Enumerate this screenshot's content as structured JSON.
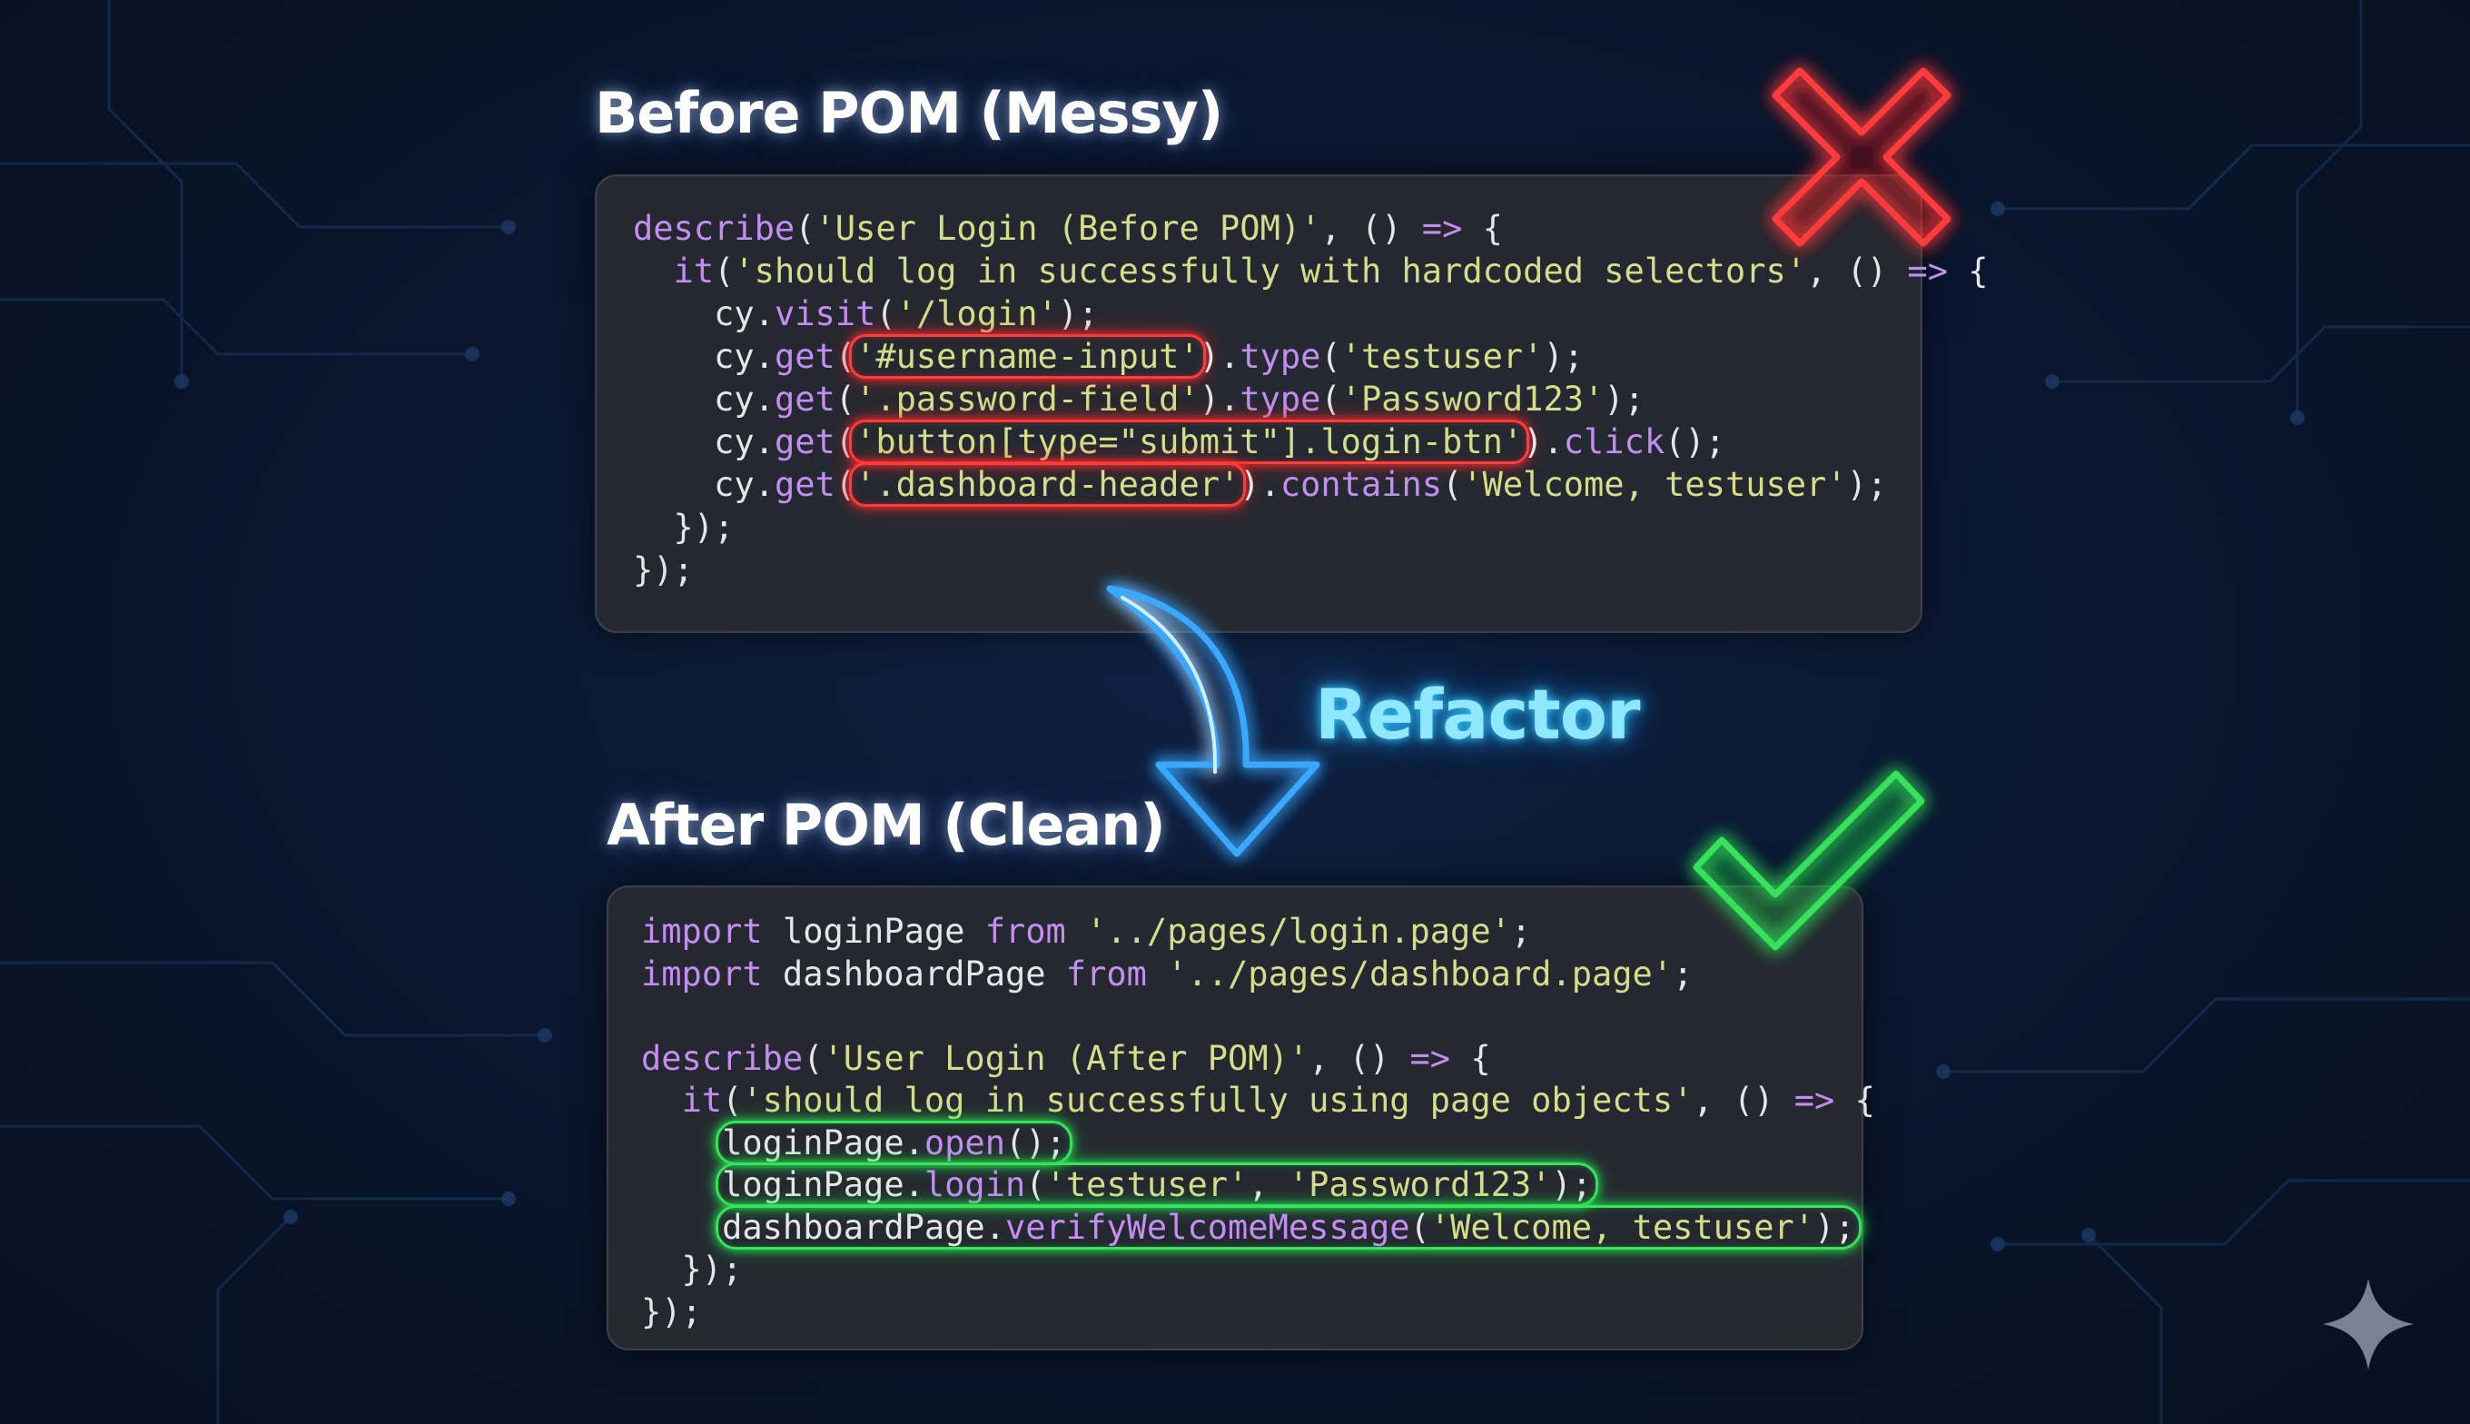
{
  "before": {
    "title": "Before POM (Messy)",
    "status": "x-mark-icon",
    "code": [
      {
        "parts": [
          {
            "t": "describe",
            "c": "kw"
          },
          {
            "t": "(",
            "c": "pl"
          },
          {
            "t": "'User Login (Before POM)'",
            "c": "str"
          },
          {
            "t": ", () ",
            "c": "pl"
          },
          {
            "t": "=>",
            "c": "kw"
          },
          {
            "t": " {",
            "c": "pl"
          }
        ]
      },
      {
        "parts": [
          {
            "t": "  ",
            "c": "pl"
          },
          {
            "t": "it",
            "c": "kw"
          },
          {
            "t": "(",
            "c": "pl"
          },
          {
            "t": "'should log in successfully with hardcoded selectors'",
            "c": "str"
          },
          {
            "t": ", () ",
            "c": "pl"
          },
          {
            "t": "=>",
            "c": "kw"
          },
          {
            "t": " {",
            "c": "pl"
          }
        ]
      },
      {
        "parts": [
          {
            "t": "    cy.",
            "c": "pl"
          },
          {
            "t": "visit",
            "c": "kw"
          },
          {
            "t": "(",
            "c": "pl"
          },
          {
            "t": "'/login'",
            "c": "str"
          },
          {
            "t": ");",
            "c": "pl"
          }
        ]
      },
      {
        "parts": [
          {
            "t": "    cy.",
            "c": "pl"
          },
          {
            "t": "get",
            "c": "kw"
          },
          {
            "t": "(",
            "c": "pl"
          },
          {
            "t": "'#username-input'",
            "c": "str",
            "hl": "bad"
          },
          {
            "t": ").",
            "c": "pl"
          },
          {
            "t": "type",
            "c": "kw"
          },
          {
            "t": "(",
            "c": "pl"
          },
          {
            "t": "'testuser'",
            "c": "str"
          },
          {
            "t": ");",
            "c": "pl"
          }
        ]
      },
      {
        "parts": [
          {
            "t": "    cy.",
            "c": "pl"
          },
          {
            "t": "get",
            "c": "kw"
          },
          {
            "t": "(",
            "c": "pl"
          },
          {
            "t": "'.password-field'",
            "c": "str"
          },
          {
            "t": ").",
            "c": "pl"
          },
          {
            "t": "type",
            "c": "kw"
          },
          {
            "t": "(",
            "c": "pl"
          },
          {
            "t": "'Password123'",
            "c": "str"
          },
          {
            "t": ");",
            "c": "pl"
          }
        ]
      },
      {
        "parts": [
          {
            "t": "    cy.",
            "c": "pl"
          },
          {
            "t": "get",
            "c": "kw"
          },
          {
            "t": "(",
            "c": "pl"
          },
          {
            "t": "'button[type=\"submit\"].login-btn'",
            "c": "str",
            "hl": "bad"
          },
          {
            "t": ").",
            "c": "pl"
          },
          {
            "t": "click",
            "c": "kw"
          },
          {
            "t": "();",
            "c": "pl"
          }
        ]
      },
      {
        "parts": [
          {
            "t": "    cy.",
            "c": "pl"
          },
          {
            "t": "get",
            "c": "kw"
          },
          {
            "t": "(",
            "c": "pl"
          },
          {
            "t": "'.dashboard-header'",
            "c": "str",
            "hl": "bad"
          },
          {
            "t": ").",
            "c": "pl"
          },
          {
            "t": "contains",
            "c": "kw"
          },
          {
            "t": "(",
            "c": "pl"
          },
          {
            "t": "'Welcome, testuser'",
            "c": "str"
          },
          {
            "t": ");",
            "c": "pl"
          }
        ]
      },
      {
        "parts": [
          {
            "t": "  });",
            "c": "pl"
          }
        ]
      },
      {
        "parts": [
          {
            "t": "});",
            "c": "pl"
          }
        ]
      }
    ]
  },
  "transition": {
    "label": "Refactor",
    "icon": "curved-arrow-down-icon"
  },
  "after": {
    "title": "After POM (Clean)",
    "status": "check-mark-icon",
    "code": [
      {
        "parts": [
          {
            "t": "import",
            "c": "kw"
          },
          {
            "t": " loginPage ",
            "c": "pl"
          },
          {
            "t": "from",
            "c": "kw"
          },
          {
            "t": " ",
            "c": "pl"
          },
          {
            "t": "'../pages/login.page'",
            "c": "str"
          },
          {
            "t": ";",
            "c": "pl"
          }
        ]
      },
      {
        "parts": [
          {
            "t": "import",
            "c": "kw"
          },
          {
            "t": " dashboardPage ",
            "c": "pl"
          },
          {
            "t": "from",
            "c": "kw"
          },
          {
            "t": " ",
            "c": "pl"
          },
          {
            "t": "'../pages/dashboard.page'",
            "c": "str"
          },
          {
            "t": ";",
            "c": "pl"
          }
        ]
      },
      {
        "parts": []
      },
      {
        "parts": [
          {
            "t": "describe",
            "c": "kw"
          },
          {
            "t": "(",
            "c": "pl"
          },
          {
            "t": "'User Login (After POM)'",
            "c": "str"
          },
          {
            "t": ", () ",
            "c": "pl"
          },
          {
            "t": "=>",
            "c": "kw"
          },
          {
            "t": " {",
            "c": "pl"
          }
        ]
      },
      {
        "parts": [
          {
            "t": "  ",
            "c": "pl"
          },
          {
            "t": "it",
            "c": "kw"
          },
          {
            "t": "(",
            "c": "pl"
          },
          {
            "t": "'should log in successfully using page objects'",
            "c": "str"
          },
          {
            "t": ", () ",
            "c": "pl"
          },
          {
            "t": "=>",
            "c": "kw"
          },
          {
            "t": " {",
            "c": "pl"
          }
        ]
      },
      {
        "parts": [
          {
            "t": "    ",
            "c": "pl"
          },
          {
            "group": "good",
            "parts": [
              {
                "t": "loginPage.",
                "c": "pl"
              },
              {
                "t": "open",
                "c": "kw"
              },
              {
                "t": "();",
                "c": "pl"
              }
            ]
          }
        ]
      },
      {
        "parts": [
          {
            "t": "    ",
            "c": "pl"
          },
          {
            "group": "good",
            "parts": [
              {
                "t": "loginPage.",
                "c": "pl"
              },
              {
                "t": "login",
                "c": "kw"
              },
              {
                "t": "(",
                "c": "pl"
              },
              {
                "t": "'testuser'",
                "c": "str"
              },
              {
                "t": ", ",
                "c": "pl"
              },
              {
                "t": "'Password123'",
                "c": "str"
              },
              {
                "t": ");",
                "c": "pl"
              }
            ]
          }
        ]
      },
      {
        "parts": [
          {
            "t": "    ",
            "c": "pl"
          },
          {
            "group": "good",
            "parts": [
              {
                "t": "dashboardPage.",
                "c": "pl"
              },
              {
                "t": "verifyWelcomeMessage",
                "c": "kw"
              },
              {
                "t": "(",
                "c": "pl"
              },
              {
                "t": "'Welcome, testuser'",
                "c": "str"
              },
              {
                "t": ");",
                "c": "pl"
              }
            ]
          }
        ]
      },
      {
        "parts": [
          {
            "t": "  });",
            "c": "pl"
          }
        ]
      },
      {
        "parts": [
          {
            "t": "});",
            "c": "pl"
          }
        ]
      }
    ]
  },
  "colors": {
    "keyword": "#c38ef0",
    "string": "#d6dd8a",
    "plain": "#e6e6e6",
    "bad": "#ff3b3b",
    "good": "#37e35d",
    "accent": "#39c2ff",
    "background": "#0a1730"
  },
  "decoration": {
    "corner_icon": "sparkle-icon"
  }
}
